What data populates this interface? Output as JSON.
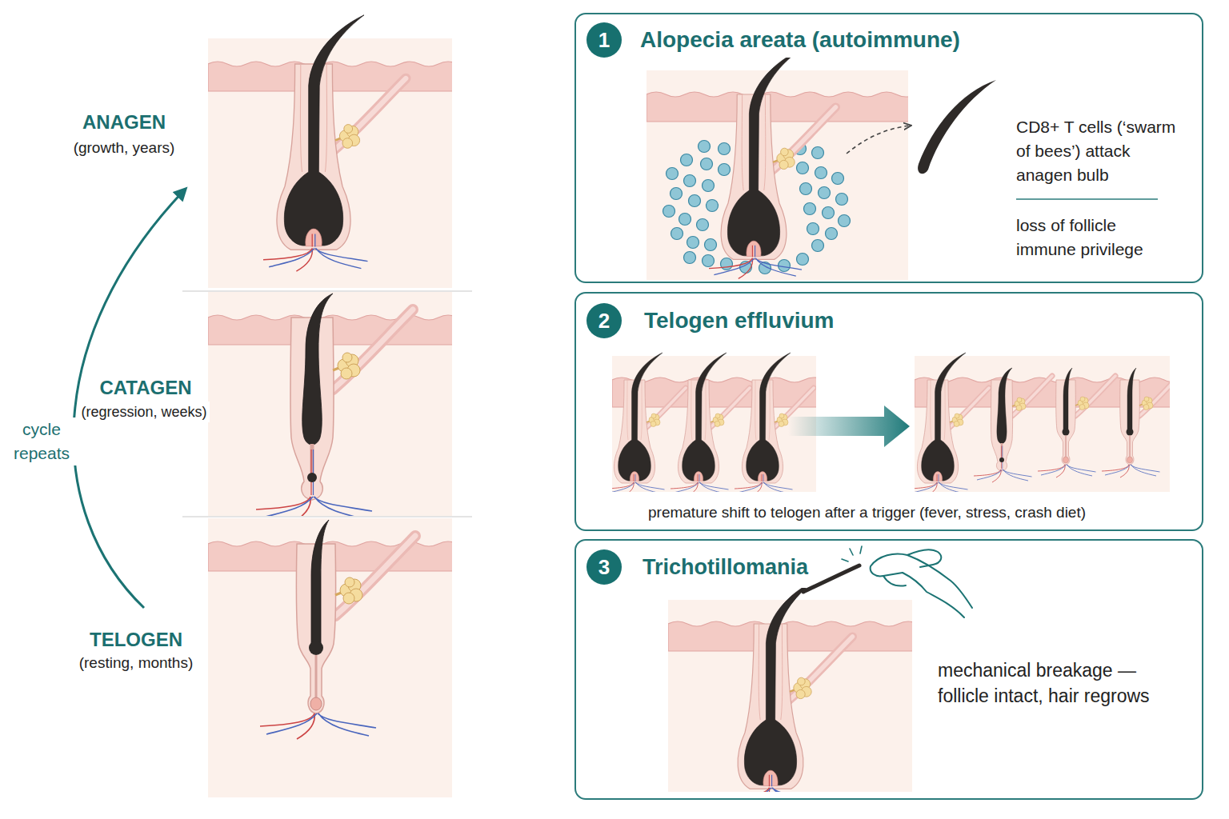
{
  "diagram": {
    "nodes": [
      {
        "text": [
          "Alopecia areata (autoimmune)",
          "CD8+ T cells (‘swarm of bees’) attack anagen bulb",
          "loss of follicle immune privilege"
        ]
      },
      {
        "text": [
          "1"
        ],
        "in": 0
      },
      {
        "text": [
          "Telogen effluvium",
          "premature shift to telogen after a trigger (fever, stress, crash diet)"
        ]
      },
      {
        "text": [
          "2"
        ],
        "in": 2
      },
      {
        "text": [
          "Trichotillomania",
          "mechanical breakage — follicle intact, hair regrows"
        ]
      },
      {
        "text": [
          "3"
        ],
        "in": 4
      }
    ],
    "labels": [
      "ANAGEN",
      "(growth, years)",
      "cycle repeats",
      "CATAGEN",
      "(regression, weeks)",
      "TELOGEN",
      "(resting, months)"
    ]
  }
}
